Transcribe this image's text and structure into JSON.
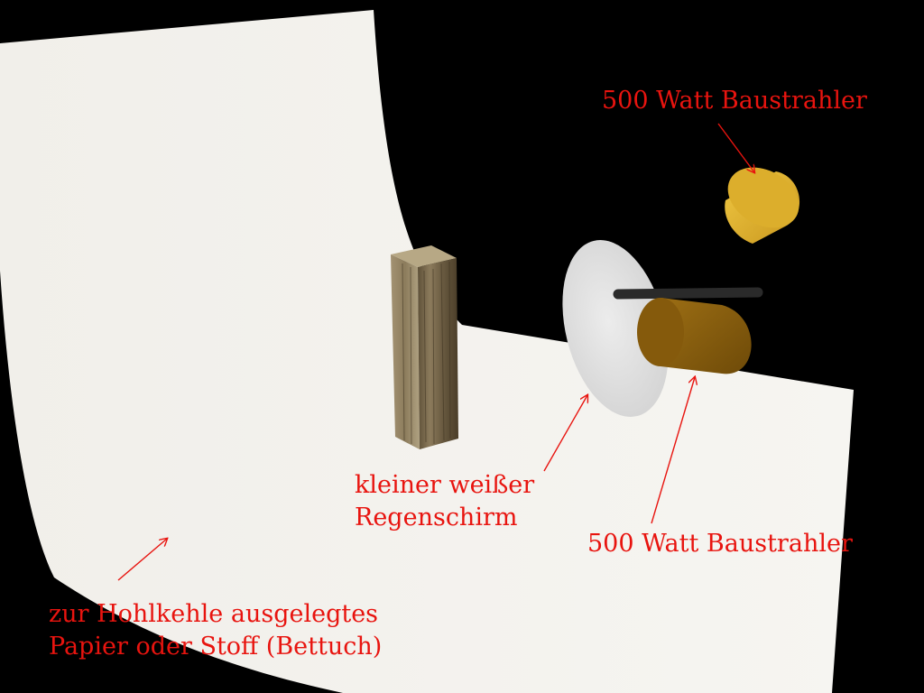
{
  "labels": {
    "top_spotlight": "500 Watt Baustrahler",
    "umbrella_line1": "kleiner weißer",
    "umbrella_line2": "Regenschirm",
    "bottom_spotlight": "500 Watt Baustrahler",
    "backdrop_line1": "zur Hohlkehle ausgelegtes",
    "backdrop_line2": "Papier oder Stoff (Bettuch)"
  },
  "colors": {
    "background": "#000000",
    "annotation_text": "#e8140f",
    "backdrop_paper": "#f3f1ec",
    "spotlight_yellow": "#e0b634",
    "spotlight_brown": "#8a5f10",
    "umbrella": "#e4e4e4",
    "wood_block": "#7a6a4f"
  }
}
